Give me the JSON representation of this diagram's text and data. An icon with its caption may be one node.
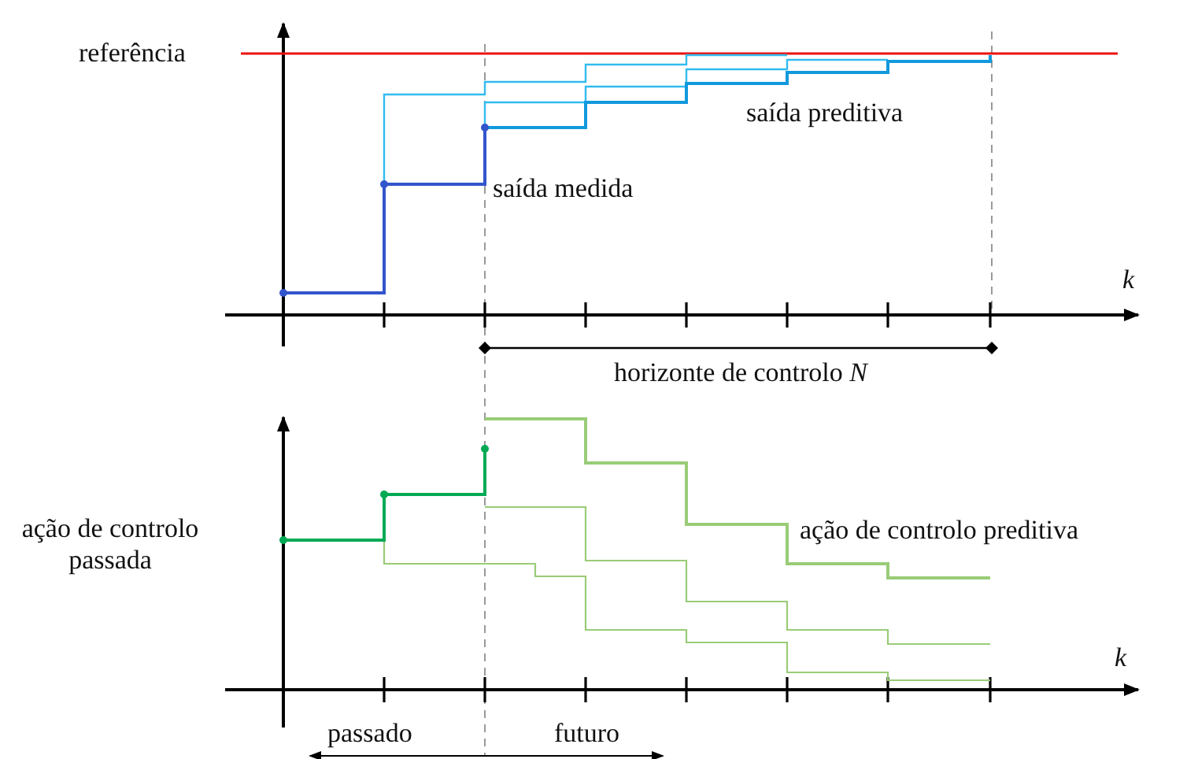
{
  "diagram": {
    "labels": [
      "referência",
      "saída preditiva",
      "saída medida",
      "k",
      "horizonte de controlo *N*",
      "ação de controlo passada",
      "ação de controlo preditiva",
      "k",
      "passado",
      "futuro"
    ]
  }
}
